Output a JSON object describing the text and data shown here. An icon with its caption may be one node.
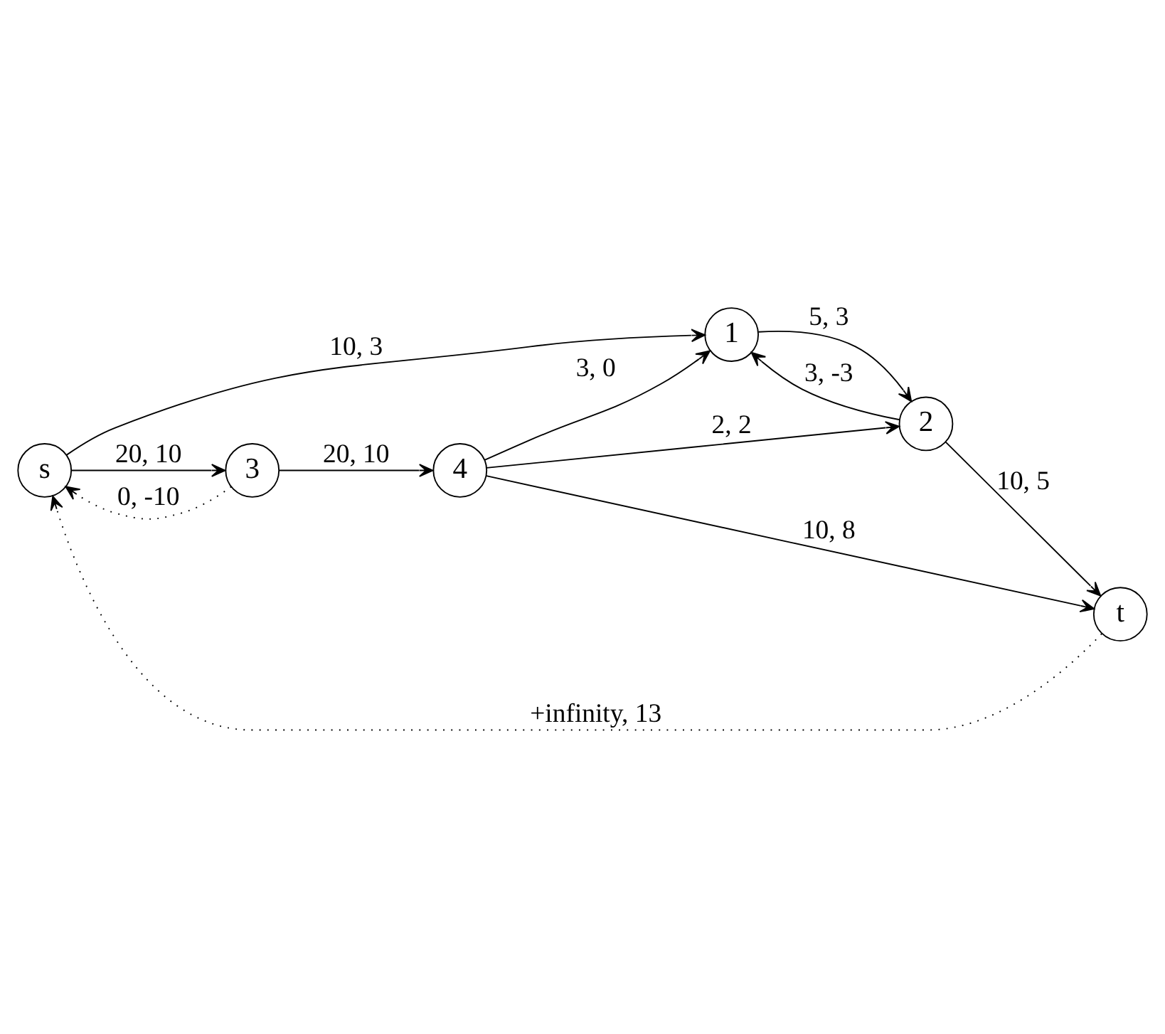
{
  "diagram": {
    "nodes": [
      {
        "text": [
          "s"
        ]
      },
      {
        "text": [
          "1"
        ]
      },
      {
        "text": [
          "2"
        ]
      },
      {
        "text": [
          "3"
        ]
      },
      {
        "text": [
          "4"
        ]
      },
      {
        "text": [
          "t"
        ]
      }
    ],
    "edges": [
      {
        "from": 0,
        "to": 1,
        "arrow": "to",
        "label": "10, 3"
      },
      {
        "from": 1,
        "to": 2,
        "arrow": "to",
        "label": "5, 3"
      },
      {
        "from": 2,
        "to": 1,
        "arrow": "to",
        "label": "3, -3"
      },
      {
        "from": 2,
        "to": 5,
        "arrow": "to",
        "label": "10, 5"
      },
      {
        "from": 0,
        "to": 3,
        "arrow": "to",
        "label": "20, 10"
      },
      {
        "from": 3,
        "to": 0,
        "arrow": "to",
        "label": "0, -10",
        "style": "dashed"
      },
      {
        "from": 3,
        "to": 4,
        "arrow": "to",
        "label": "20, 10"
      },
      {
        "from": 4,
        "to": 1,
        "arrow": "to",
        "label": "3, 0"
      },
      {
        "from": 4,
        "to": 2,
        "arrow": "to",
        "label": "2, 2"
      },
      {
        "from": 4,
        "to": 5,
        "arrow": "to",
        "label": "10, 8"
      },
      {
        "from": 5,
        "to": 0,
        "arrow": "to",
        "label": "+infinity, 13",
        "style": "dashed"
      }
    ]
  }
}
